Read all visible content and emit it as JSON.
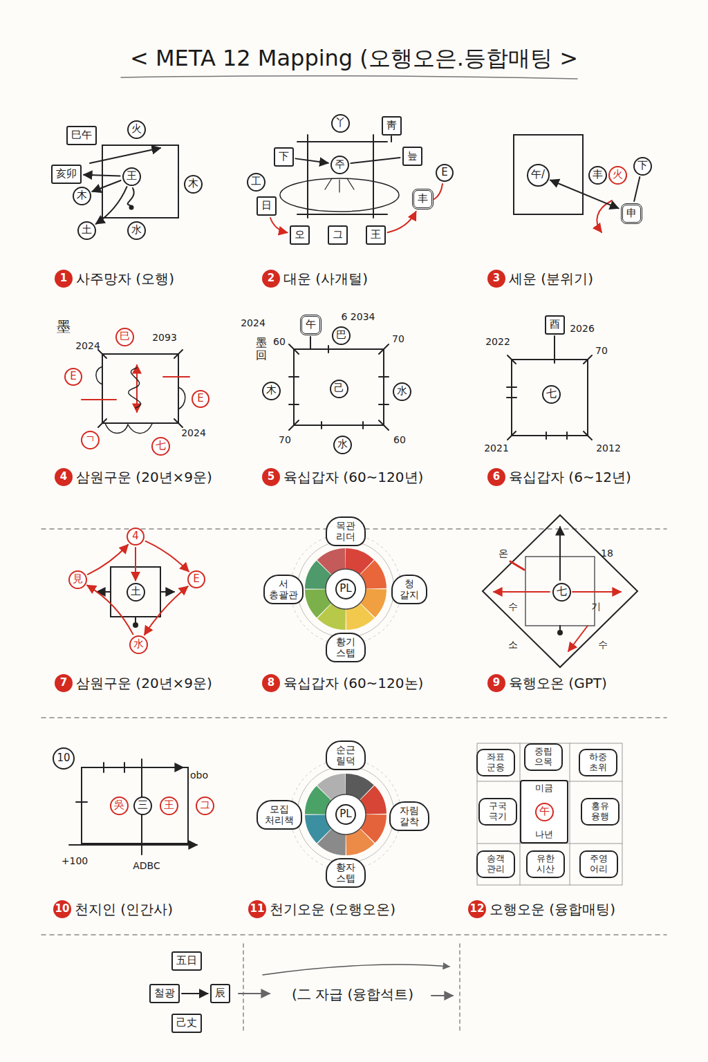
{
  "diagram": {
    "title": "< META 12 Mapping (오행오은.등합매팅 >",
    "nodes": [
      {
        "text": [
          "巳午"
        ]
      },
      {
        "text": [
          "火"
        ]
      },
      {
        "text": [
          "亥卯"
        ]
      },
      {
        "text": [
          "王"
        ]
      },
      {
        "text": [
          "木"
        ]
      },
      {
        "text": [
          "木"
        ]
      },
      {
        "text": [
          "土"
        ]
      },
      {
        "text": [
          "水"
        ]
      },
      {
        "text": [
          "丫"
        ]
      },
      {
        "text": [
          "靑"
        ]
      },
      {
        "text": [
          "下"
        ]
      },
      {
        "text": [
          "주"
        ]
      },
      {
        "text": [
          "늪"
        ]
      },
      {
        "text": [
          "E"
        ]
      },
      {
        "text": [
          "工"
        ]
      },
      {
        "text": [
          "丰"
        ]
      },
      {
        "text": [
          "日"
        ]
      },
      {
        "text": [
          "오"
        ]
      },
      {
        "text": [
          "그"
        ]
      },
      {
        "text": [
          "王"
        ]
      },
      {
        "text": [
          "午/"
        ]
      },
      {
        "text": [
          "丰"
        ]
      },
      {
        "text": [
          "火"
        ]
      },
      {
        "text": [
          "下"
        ]
      },
      {
        "text": [
          "申"
        ]
      },
      {
        "text": [
          "巳"
        ]
      },
      {
        "text": [
          "E"
        ]
      },
      {
        "text": [
          "E"
        ]
      },
      {
        "text": [
          "ㄱ"
        ]
      },
      {
        "text": [
          "七"
        ]
      },
      {
        "text": [
          "午"
        ]
      },
      {
        "text": [
          "巴"
        ]
      },
      {
        "text": [
          "木"
        ]
      },
      {
        "text": [
          "己"
        ]
      },
      {
        "text": [
          "水"
        ]
      },
      {
        "text": [
          "水"
        ]
      },
      {
        "text": [
          "酉"
        ]
      },
      {
        "text": [
          "七"
        ]
      },
      {
        "text": [
          "4"
        ]
      },
      {
        "text": [
          "見"
        ]
      },
      {
        "text": [
          "土"
        ]
      },
      {
        "text": [
          "E"
        ]
      },
      {
        "text": [
          "水"
        ]
      },
      {
        "text": [
          "목관 리더"
        ]
      },
      {
        "text": [
          "서 총괄관"
        ]
      },
      {
        "text": [
          "PL"
        ]
      },
      {
        "text": [
          "청 갈지"
        ]
      },
      {
        "text": [
          "황기 스텝"
        ]
      },
      {
        "text": [
          "七"
        ]
      },
      {
        "text": [
          "10"
        ]
      },
      {
        "text": [
          "吳"
        ]
      },
      {
        "text": [
          "三"
        ]
      },
      {
        "text": [
          "王"
        ]
      },
      {
        "text": [
          "그"
        ]
      },
      {
        "text": [
          "순근 릴덕"
        ]
      },
      {
        "text": [
          "모집 처리책"
        ]
      },
      {
        "text": [
          "PL"
        ]
      },
      {
        "text": [
          "자림 갈착"
        ]
      },
      {
        "text": [
          "황자 스텝"
        ]
      },
      {
        "text": [
          "좌표 군응"
        ]
      },
      {
        "text": [
          "중립 으목"
        ]
      },
      {
        "text": [
          "하중 초위"
        ]
      },
      {
        "text": [
          "구국 극기"
        ]
      },
      {
        "text": [
          "미금",
          "나년"
        ]
      },
      {
        "text": [
          "午"
        ],
        "in": 63
      },
      {
        "text": [
          "홍유 융행"
        ]
      },
      {
        "text": [
          "송객 관리"
        ]
      },
      {
        "text": [
          "유한 시산"
        ]
      },
      {
        "text": [
          "주영 어리"
        ]
      },
      {
        "text": [
          "五日"
        ]
      },
      {
        "text": [
          "철광"
        ]
      },
      {
        "text": [
          "辰"
        ]
      },
      {
        "text": [
          "己丈"
        ]
      }
    ],
    "edges": [
      {
        "from": 3,
        "to": 2,
        "arrow": "to"
      },
      {
        "from": 3,
        "to": 4,
        "arrow": "to"
      },
      {
        "from": 3,
        "to": 6,
        "arrow": "to"
      },
      {
        "from": 10,
        "to": 11,
        "arrow": "to"
      },
      {
        "from": 12,
        "to": 11,
        "arrow": "none"
      },
      {
        "from": 16,
        "to": 17,
        "arrow": "to"
      },
      {
        "from": 19,
        "to": 15,
        "arrow": "to"
      },
      {
        "from": 24,
        "to": 20,
        "arrow": "both"
      },
      {
        "from": 39,
        "to": 38,
        "arrow": "to"
      },
      {
        "from": 38,
        "to": 41,
        "arrow": "to"
      },
      {
        "from": 38,
        "to": 40,
        "arrow": "to"
      },
      {
        "from": 42,
        "to": 39,
        "arrow": "to"
      },
      {
        "from": 41,
        "to": 42,
        "arrow": "both"
      },
      {
        "from": 70,
        "to": 71,
        "arrow": "to"
      },
      {
        "from": 23,
        "to": 24,
        "arrow": "none"
      }
    ],
    "labels": [
      "墨",
      "2024",
      "2093",
      "2024",
      "2024",
      "6 2034",
      "墨回",
      "60",
      "70",
      "70",
      "60",
      "2026",
      "2022",
      "70",
      "2021",
      "2012",
      "온",
      "18",
      "수",
      "기",
      "소",
      "수",
      "obo",
      "+100",
      "ADBC",
      "(二 자급 (융합석트)",
      "1",
      "사주망자 (오행)",
      "2",
      "대운 (사개털)",
      "3",
      "세운 (분위기)",
      "4",
      "삼원구운 (20년×9운)",
      "5",
      "육십갑자 (60~120년)",
      "6",
      "육십갑자 (6~12년)",
      "7",
      "삼원구운 (20년×9운)",
      "8",
      "육십갑자 (60~120논)",
      "9",
      "육행오온 (GPT)",
      "10",
      "천지인 (인간사)",
      "11",
      "천기오운 (오행오온)",
      "12",
      "오행오운 (융합매팅)"
    ]
  }
}
